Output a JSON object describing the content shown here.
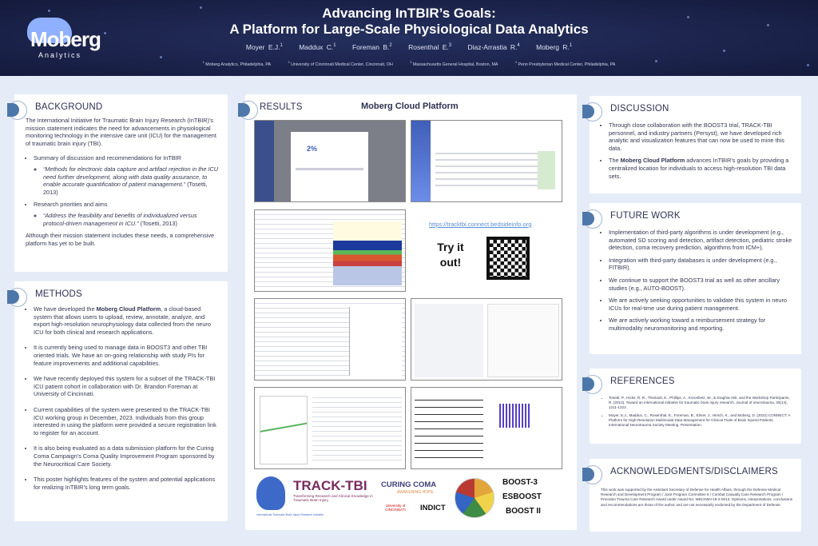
{
  "header": {
    "logo": {
      "name": "Moberg",
      "sub": "Analytics"
    },
    "title_line1": "Advancing InTBIR’s Goals:",
    "title_line2": "A Platform for Large-Scale Physiological Data Analytics",
    "authors": [
      {
        "name": "Moyer E.J.",
        "aff": "1"
      },
      {
        "name": "Maddux C.",
        "aff": "1"
      },
      {
        "name": "Foreman B.",
        "aff": "2"
      },
      {
        "name": "Rosenthal E.",
        "aff": "3"
      },
      {
        "name": "Diaz-Arrastia R.",
        "aff": "4"
      },
      {
        "name": "Moberg R.",
        "aff": "1"
      }
    ],
    "affiliations": [
      {
        "num": "1",
        "text": "Moberg Analytics, Philadelphia, PA"
      },
      {
        "num": "2",
        "text": "University of Cincinnati Medical Center, Cincinnati, OH"
      },
      {
        "num": "3",
        "text": "Massachusetts General Hospital, Boston, MA"
      },
      {
        "num": "4",
        "text": "Penn Presbyterian Medical Center, Philadelphia, PA"
      }
    ]
  },
  "background": {
    "heading": "BACKGROUND",
    "intro": "The International Initiative for Traumatic Brain Injury Research (InTBIR)’s mission statement indicates the need for advancements in physiological monitoring technology in the intensive care unit (ICU) for the management of traumatic brain injury (TBI).",
    "bullet1": "Summary of discussion and recommendations for InTBIR",
    "quote1": "“Methods for electronic data capture and artifact rejection in the ICU need further development, along with data quality assurance, to enable accurate quantification of patient management.”",
    "cite1": "(Tosetti, 2013)",
    "bullet2": "Research priorities and aims",
    "quote2": "“Address the feasibility and benefits of individualized versus protocol-driven management in ICU.”",
    "cite2": "(Tosetti, 2013)",
    "closing": "Although their mission statement includes these needs, a comprehensive platform has yet to be built."
  },
  "methods": {
    "heading": "METHODS",
    "item1_pre": "We have developed the ",
    "item1_bold": "Moberg Cloud Platform",
    "item1_post": ", a cloud-based system that allows users to upload, review, annotate, analyze, and export high-resolution neurophysiology data collected from the neuro ICU for both clinical and research applications.",
    "items": [
      "It is currently being used to manage data in BOOST3 and other TBI oriented trials. We have an on-going relationship with study PIs for feature improvements and additional capabilities.",
      "We have recently deployed this system for a subset of the TRACK-TBI ICU patient cohort in collaboration with Dr. Brandon Foreman at University of Cincinnati.",
      "Current capabilities of the system were presented to the TRACK-TBI ICU working group in December, 2023. Individuals from this group interested in using the platform were provided a secure registration link to register for an account.",
      "It is also being evaluated as a data submission platform for the Curing Coma Campaign’s Coma Quality Improvement Program sponsored by the Neurocritical Care Society.",
      "This poster highlights features of the system and potential applications for realizing InTBIR’s long term goals."
    ]
  },
  "results": {
    "heading": "RESULTS",
    "subtitle": "Moberg Cloud Platform",
    "link": "https://tracktbi.connect.bedsideinfo.org",
    "cta": "Try it out!",
    "upload_percent": "2%",
    "logos": [
      "TRACK-TBI",
      "CURING COMA",
      "AWAKENING HOPE",
      "University of CINCINNATI",
      "INDICT",
      "BOOST-3",
      "ESBOOST",
      "BOOST II"
    ],
    "track_tbi_tagline": "Transforming Research and Clinical Knowledge in Traumatic Brain Injury",
    "intbir": "International Traumatic Brain Injury Research Initiative"
  },
  "discussion": {
    "heading": "DISCUSSION",
    "item1": "Through close collaboration with the BOOST3 trial, TRACK-TBI personnel, and industry partners (Persyst), we have developed rich analytic and visualization features that can now be used to mine this data.",
    "item2_pre": "The ",
    "item2_bold": "Moberg Cloud Platform",
    "item2_post": " advances InTBIR’s goals by providing a centralized location for individuals to access high-resolution TBI data sets."
  },
  "future": {
    "heading": "FUTURE WORK",
    "items": [
      "Implementation of third-party algorithms is under development (e.g., automated SD scoring and detection, artifact detection, pediatric stroke detection, coma recovery prediction, algorithms from ICM+).",
      "Integration with third-party databases is under development (e.g., FITBIR).",
      "We continue to support the BOOST3 trial as well as other ancillary studies (e.g., AUTO-BOOST).",
      "We are actively seeking opportunities to validate this system in neuro ICUs for real-time use during patient management.",
      "We are actively working toward a reimbursement strategy for multimodality neuromonitoring and reporting."
    ]
  },
  "references": {
    "heading": "REFERENCES",
    "items": [
      "Tosetti, P., Hicks, R. R., Theriault, E., Phillips, A., Koroshetz, W., & Draghia-Akli, and the Workshop Participants, R. (2013). Toward an international initiative for traumatic brain injury research. Journal of neurotrauma, 30(14), 1211-1222.",
      "Moyer, E.J., Maddux, C., Rosenthal, E., Foreman, B., Elmer, J., Hirsch, K., and Moberg, D. (2022) CONNECT: A Platform for High-Resolution Multimodal Data Management for Clinical Trials of Brain Injured Patients. International Neurotrauma Society Meeting. Presentation."
    ]
  },
  "acknowledgments": {
    "heading": "ACKNOWLEDGMENTS/DISCLAIMERS",
    "text": "This work was supported by the Assistant Secretary of Defense for Health Affairs, through the Defense Medical Research and Development Program / Joint Program Committee 6 / Combat Casualty Care Research Program / Precision Trauma Care Research Award under Award No. W81XWH-19-2-0013. Opinions, interpretations, conclusions and recommendations are those of the author and are not necessarily endorsed by the Department of Defense."
  },
  "colors": {
    "header_bg": "#1a2148",
    "page_bg": "#e6ecf7",
    "accent": "#4d77a9",
    "link": "#5b8fd6"
  }
}
